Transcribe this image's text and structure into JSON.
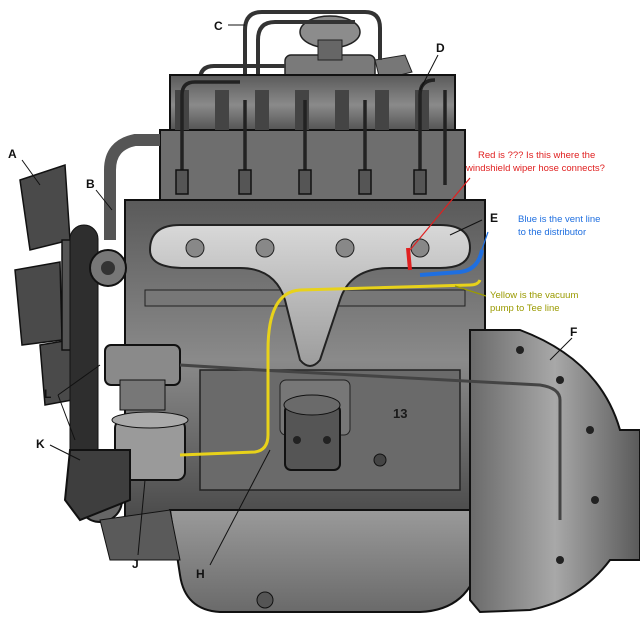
{
  "diagram": {
    "engine_mark": "13",
    "callouts": [
      "A",
      "B",
      "C",
      "D",
      "E",
      "F",
      "H",
      "J",
      "K",
      "L"
    ],
    "annotations": {
      "red": {
        "line1": "Red is ??? Is this where the",
        "line2": "windshield wiper hose connects?",
        "color": "#e02020"
      },
      "blue": {
        "line1": "Blue is the vent line",
        "line2": "to the distributor",
        "color": "#1f6fe0"
      },
      "yellow": {
        "line1": "Yellow is the vacuum",
        "line2": "pump to Tee line",
        "color": "#9a9a00"
      }
    }
  }
}
